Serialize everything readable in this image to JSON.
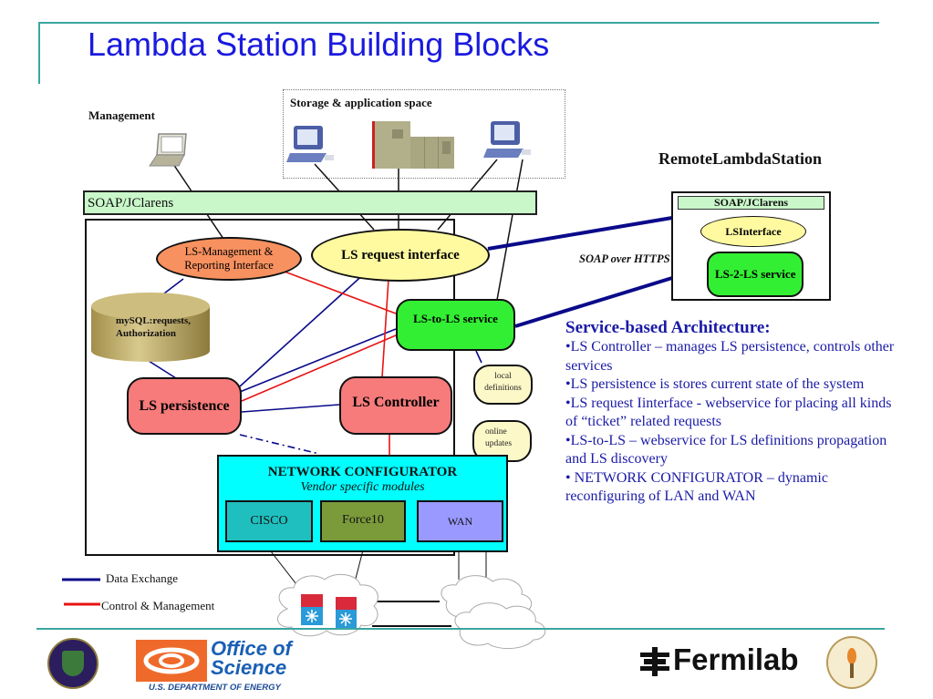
{
  "slide": {
    "title": "Lambda Station Building Blocks"
  },
  "diagram": {
    "management_label": "Management",
    "storage_label": "Storage & application space",
    "soap_bar_label": "SOAP/JClarens",
    "nodes": {
      "mgmt_interface": "LS-Management & Reporting Interface",
      "mgmt_interface_line1": "LS-Management &",
      "mgmt_interface_line2": "Reporting Interface",
      "request_interface": "LS request interface",
      "ls_to_ls": "LS-to-LS service",
      "mysql_line1": "mySQL:requests,",
      "mysql_line2": "Authorization",
      "persistence": "LS persistence",
      "controller": "LS Controller",
      "local_line1": "local",
      "local_line2": "definitions",
      "online_line1": "online",
      "online_line2": "updates"
    },
    "network_configurator": {
      "title": "NETWORK CONFIGURATOR",
      "subtitle": "Vendor specific modules",
      "modules": [
        "CISCO",
        "Force10",
        "WAN"
      ]
    },
    "remote": {
      "title": "RemoteLambdaStation",
      "soap_label": "SOAP/JClarens",
      "interface": "LSInterface",
      "service": "LS-2-LS service",
      "link_label": "SOAP over HTTPS"
    },
    "legend": [
      {
        "label": "Data Exchange",
        "color": "#0a0a8a"
      },
      {
        "label": "Control & Management",
        "color": "#e81414"
      }
    ],
    "colors": {
      "data_exchange": "#0a0a8a",
      "control": "#e81414",
      "title": "#1a1adf",
      "accent_line": "#3aa6a0"
    }
  },
  "architecture": {
    "heading": "Service-based Architecture:",
    "bullets": [
      "LS Controller – manages LS persistence, controls other services",
      "LS persistence is stores current state of the system",
      "LS request Iinterface -   webservice for placing all kinds of “ticket” related requests",
      "LS-to-LS – webservice for LS definitions propagation and LS discovery",
      " NETWORK CONFIGURATOR – dynamic reconfiguring of LAN and WAN"
    ]
  },
  "footer": {
    "office_of_science_line1": "Office of",
    "office_of_science_line2": "Science",
    "doe_label": "U.S. DEPARTMENT OF ENERGY",
    "fermilab": "Fermilab",
    "logos": [
      "doe-seal-icon",
      "office-of-science-logo",
      "fermilab-logo",
      "caltech-seal-icon"
    ]
  }
}
